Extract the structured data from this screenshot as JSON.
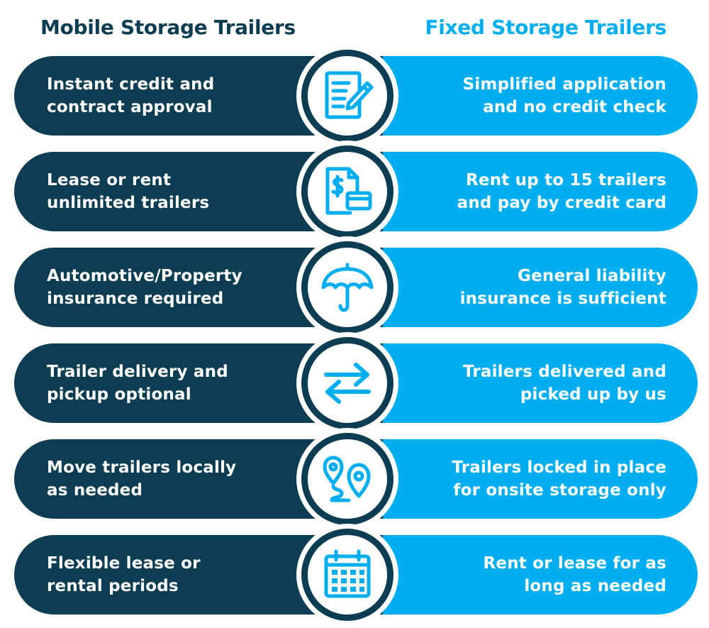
{
  "headers": {
    "left": "Mobile Storage Trailers",
    "right": "Fixed Storage Trailers"
  },
  "colors": {
    "dark_navy": "#0d3d52",
    "bright_blue": "#00aeef",
    "white": "#ffffff"
  },
  "rows": [
    {
      "icon": "application-form-icon",
      "left": [
        "Instant credit and",
        "contract approval"
      ],
      "right": [
        "Simplified application",
        "and no credit check"
      ]
    },
    {
      "icon": "payment-card-icon",
      "left": [
        "Lease or rent",
        "unlimited trailers"
      ],
      "right": [
        "Rent up to 15 trailers",
        "and pay by credit card"
      ]
    },
    {
      "icon": "umbrella-icon",
      "left": [
        "Automotive/Property",
        "insurance required"
      ],
      "right": [
        "General liability",
        "insurance is sufficient"
      ]
    },
    {
      "icon": "swap-arrows-icon",
      "left": [
        "Trailer delivery and",
        "pickup optional"
      ],
      "right": [
        "Trailers delivered and",
        "picked up by us"
      ]
    },
    {
      "icon": "route-pins-icon",
      "left": [
        "Move trailers locally",
        "as needed"
      ],
      "right": [
        "Trailers locked in place",
        "for onsite storage only"
      ]
    },
    {
      "icon": "calendar-icon",
      "left": [
        "Flexible lease or",
        "rental periods"
      ],
      "right": [
        "Rent or lease for as",
        "long as needed"
      ]
    }
  ]
}
